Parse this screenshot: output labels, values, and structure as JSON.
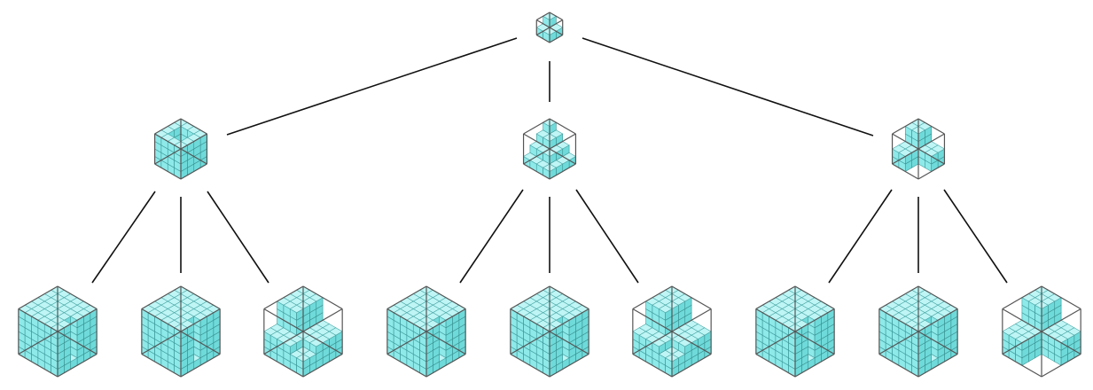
{
  "figure": {
    "description_visible_text": "",
    "colors": {
      "voxel_top": "#bff5f5",
      "voxel_left": "#8ee9e9",
      "voxel_right": "#6fdada",
      "edge": "#111111",
      "frame": "#555555"
    }
  },
  "tree": {
    "root": {
      "id": "root",
      "shape": "small-cluster"
    },
    "level1": [
      {
        "id": "l1-a",
        "shape": "spiral-stack"
      },
      {
        "id": "l1-b",
        "shape": "stair-stack"
      },
      {
        "id": "l1-c",
        "shape": "tri-cube"
      }
    ],
    "level2": [
      {
        "id": "l2-a1",
        "parent": "l1-a",
        "shape": "spiral"
      },
      {
        "id": "l2-a2",
        "parent": "l1-a",
        "shape": "spiral"
      },
      {
        "id": "l2-a3",
        "parent": "l1-a",
        "shape": "block"
      },
      {
        "id": "l2-b1",
        "parent": "l1-b",
        "shape": "spiral"
      },
      {
        "id": "l2-b2",
        "parent": "l1-b",
        "shape": "spiral"
      },
      {
        "id": "l2-b3",
        "parent": "l1-b",
        "shape": "block"
      },
      {
        "id": "l2-c1",
        "parent": "l1-c",
        "shape": "spiral"
      },
      {
        "id": "l2-c2",
        "parent": "l1-c",
        "shape": "spiral"
      },
      {
        "id": "l2-c3",
        "parent": "l1-c",
        "shape": "tri-cube"
      }
    ]
  }
}
